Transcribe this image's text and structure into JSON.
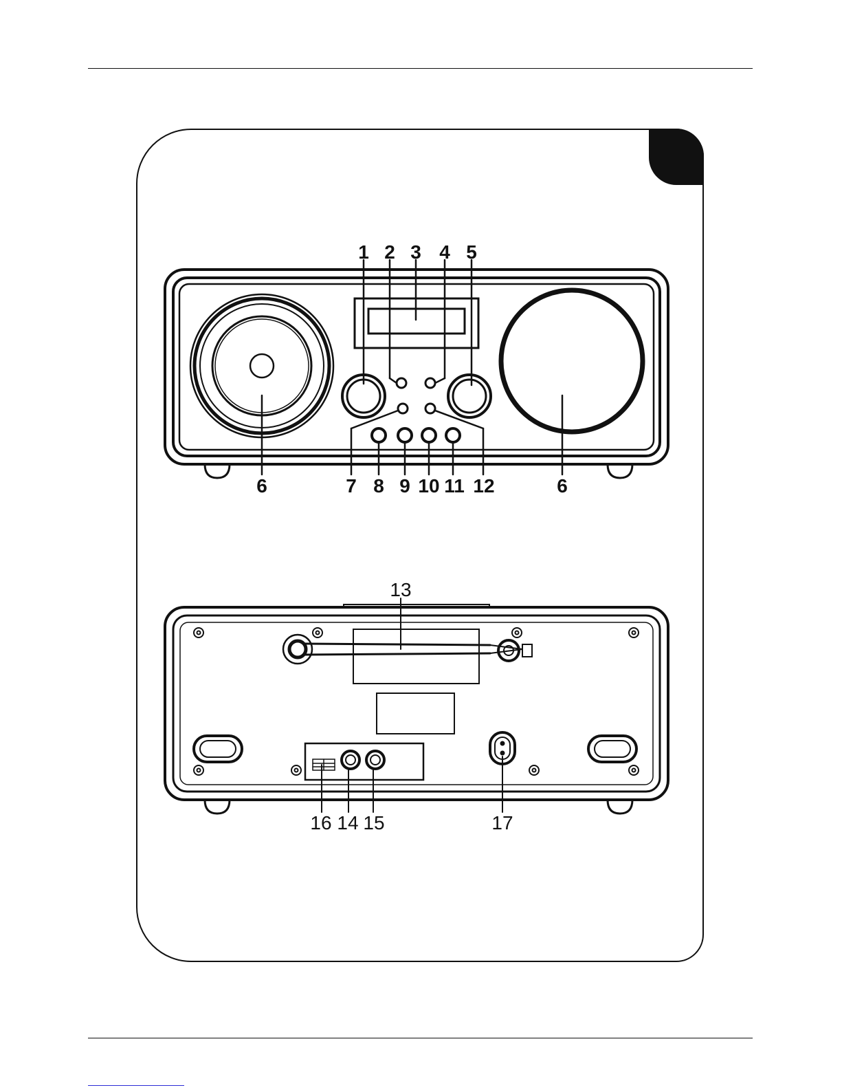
{
  "front_view": {
    "callouts": [
      "1",
      "2",
      "3",
      "4",
      "5",
      "6",
      "6",
      "7",
      "8",
      "9",
      "10",
      "11",
      "12"
    ]
  },
  "rear_view": {
    "callouts": [
      "13",
      "16",
      "14",
      "15",
      "17"
    ]
  }
}
